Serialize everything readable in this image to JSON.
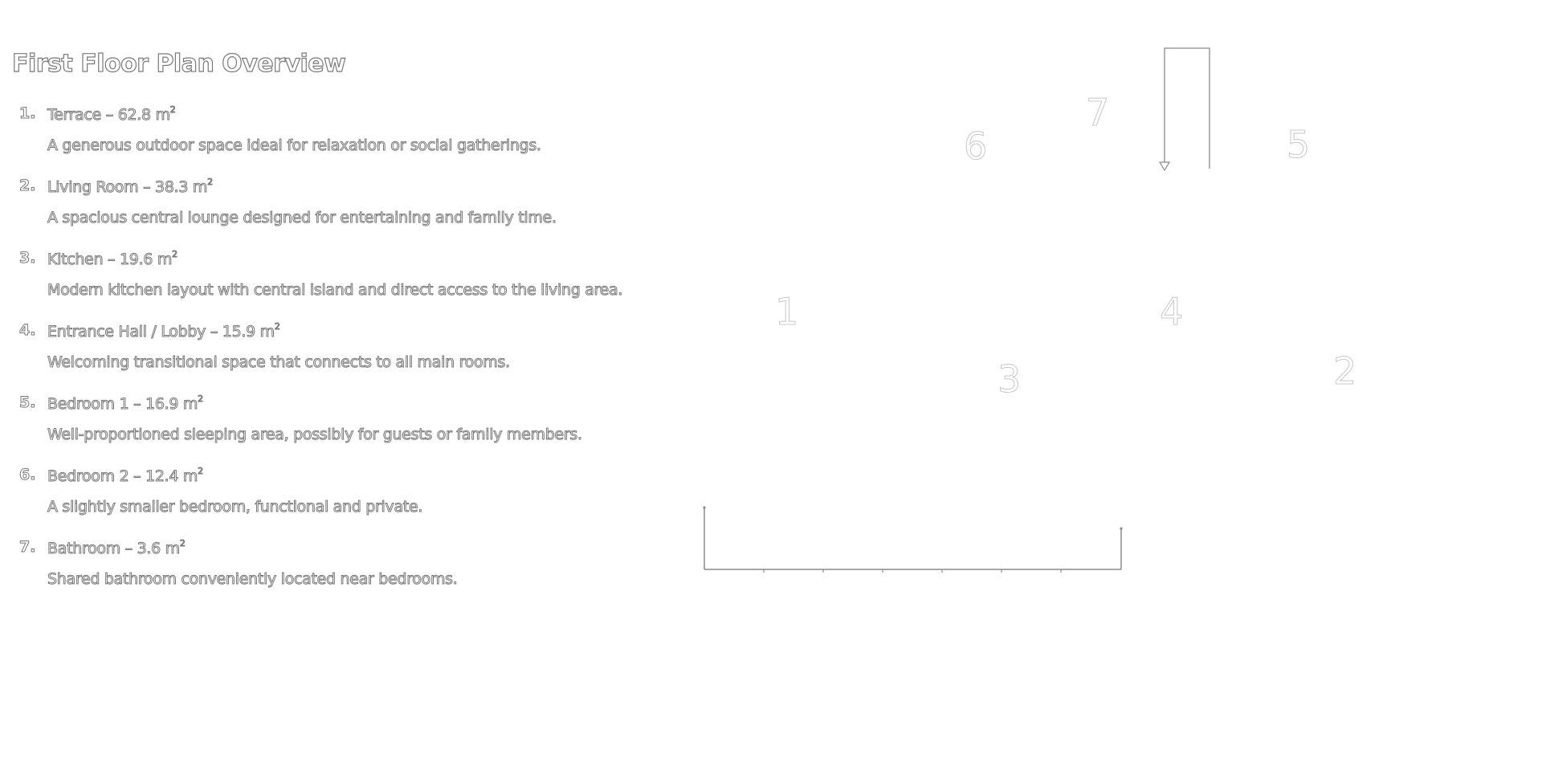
{
  "title": "First Floor Plan Overview",
  "unit_sup": "2",
  "rooms": [
    {
      "num": "1.",
      "name": "Terrace",
      "area": "62.8 m",
      "desc": "A generous outdoor space ideal for relaxation or social gatherings."
    },
    {
      "num": "2.",
      "name": "Living Room",
      "area": "38.3 m",
      "desc": "A spacious central lounge designed for entertaining and family time."
    },
    {
      "num": "3.",
      "name": "Kitchen",
      "area": "19.6 m",
      "desc": "Modern kitchen layout with central island and direct access to the living area."
    },
    {
      "num": "4.",
      "name": "Entrance Hall / Lobby",
      "area": "15.9 m",
      "desc": "Welcoming transitional space that connects to all main rooms."
    },
    {
      "num": "5.",
      "name": "Bedroom 1",
      "area": "16.9 m",
      "desc": "Well-proportioned sleeping area, possibly for guests or family members."
    },
    {
      "num": "6.",
      "name": "Bedroom 2",
      "area": "12.4 m",
      "desc": "A slightly smaller bedroom, functional and private."
    },
    {
      "num": "7.",
      "name": "Bathroom",
      "area": "3.6 m",
      "desc": "Shared bathroom conveniently located near bedrooms."
    }
  ],
  "plan_labels": [
    "1",
    "2",
    "3",
    "4",
    "5",
    "6",
    "7"
  ],
  "colors": {
    "text_outline": "#7a7a7a",
    "plan_label_outline": "#c8c8c8",
    "plan_line": "#8a8a8a"
  }
}
